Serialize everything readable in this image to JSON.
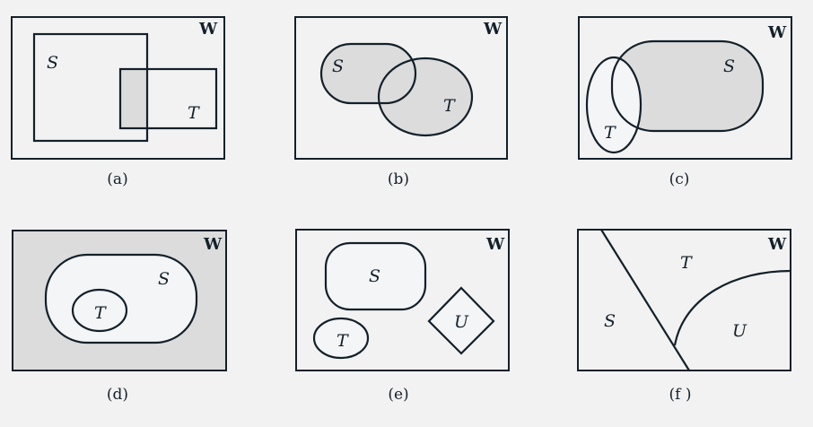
{
  "universe_label": "W",
  "panels": [
    {
      "caption": "(a)",
      "labels": {
        "s": "S",
        "t": "T"
      }
    },
    {
      "caption": "(b)",
      "labels": {
        "s": "S",
        "t": "T"
      }
    },
    {
      "caption": "(c)",
      "labels": {
        "s": "S",
        "t": "T"
      }
    },
    {
      "caption": "(d)",
      "labels": {
        "s": "S",
        "t": "T"
      }
    },
    {
      "caption": "(e)",
      "labels": {
        "s": "S",
        "t": "T",
        "u": "U"
      }
    },
    {
      "caption": "(f )",
      "labels": {
        "s": "S",
        "t": "T",
        "u": "U"
      }
    }
  ]
}
